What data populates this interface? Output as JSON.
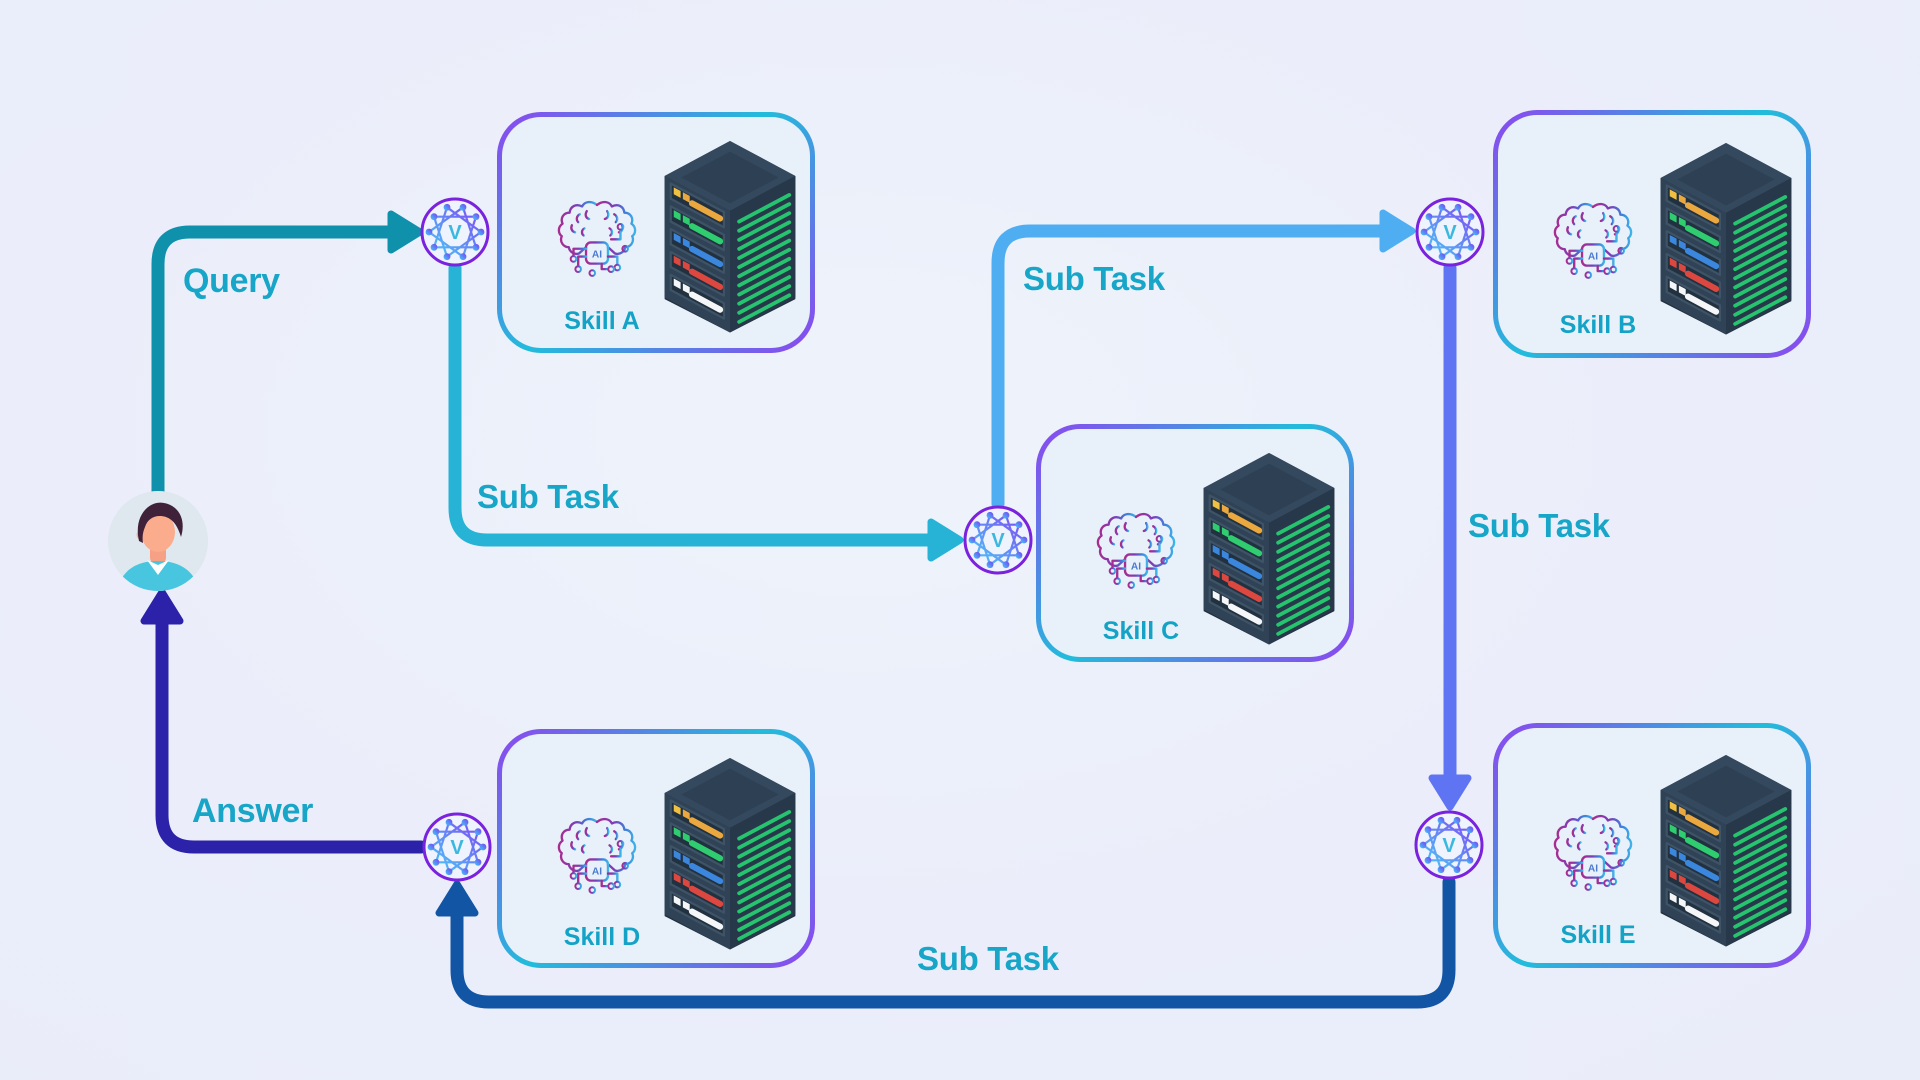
{
  "diagram": {
    "node_letter": "V",
    "chip_label": "AI",
    "edges": [
      {
        "id": "query",
        "label": "Query",
        "color": "#0F90AB"
      },
      {
        "id": "subtask-a-c",
        "label": "Sub Task",
        "color": "#27B3D6"
      },
      {
        "id": "subtask-c-b",
        "label": "Sub Task",
        "color": "#4FAEF2"
      },
      {
        "id": "subtask-b-e",
        "label": "Sub Task",
        "color": "#5F74F3"
      },
      {
        "id": "subtask-e-d",
        "label": "Sub Task",
        "color": "#1355A5"
      },
      {
        "id": "answer",
        "label": "Answer",
        "color": "#2B22A9"
      }
    ],
    "skills": [
      {
        "label": "Skill A"
      },
      {
        "label": "Skill B"
      },
      {
        "label": "Skill C"
      },
      {
        "label": "Skill D"
      },
      {
        "label": "Skill E"
      }
    ],
    "palette": {
      "background": "#EBEEFA",
      "card_fill": "#E8F1F9",
      "card_border_purple": "#8E45F0",
      "card_border_cyan": "#22BCDB",
      "edge_label_text": "#17A5C8",
      "skill_label_text": "#14A3C6",
      "node_ring": "#7A22DD",
      "node_letter_color": "#3BB8DF",
      "server_body": "#2F4256",
      "server_vents": "#27C46F",
      "server_bars": [
        "#EBA83F",
        "#2FCD6F",
        "#3B87DD",
        "#DC4840",
        "#F4F6F8"
      ],
      "avatar_shirt": "#49C6DF",
      "avatar_skin": "#FBAC8C",
      "avatar_hair": "#40213A"
    }
  }
}
